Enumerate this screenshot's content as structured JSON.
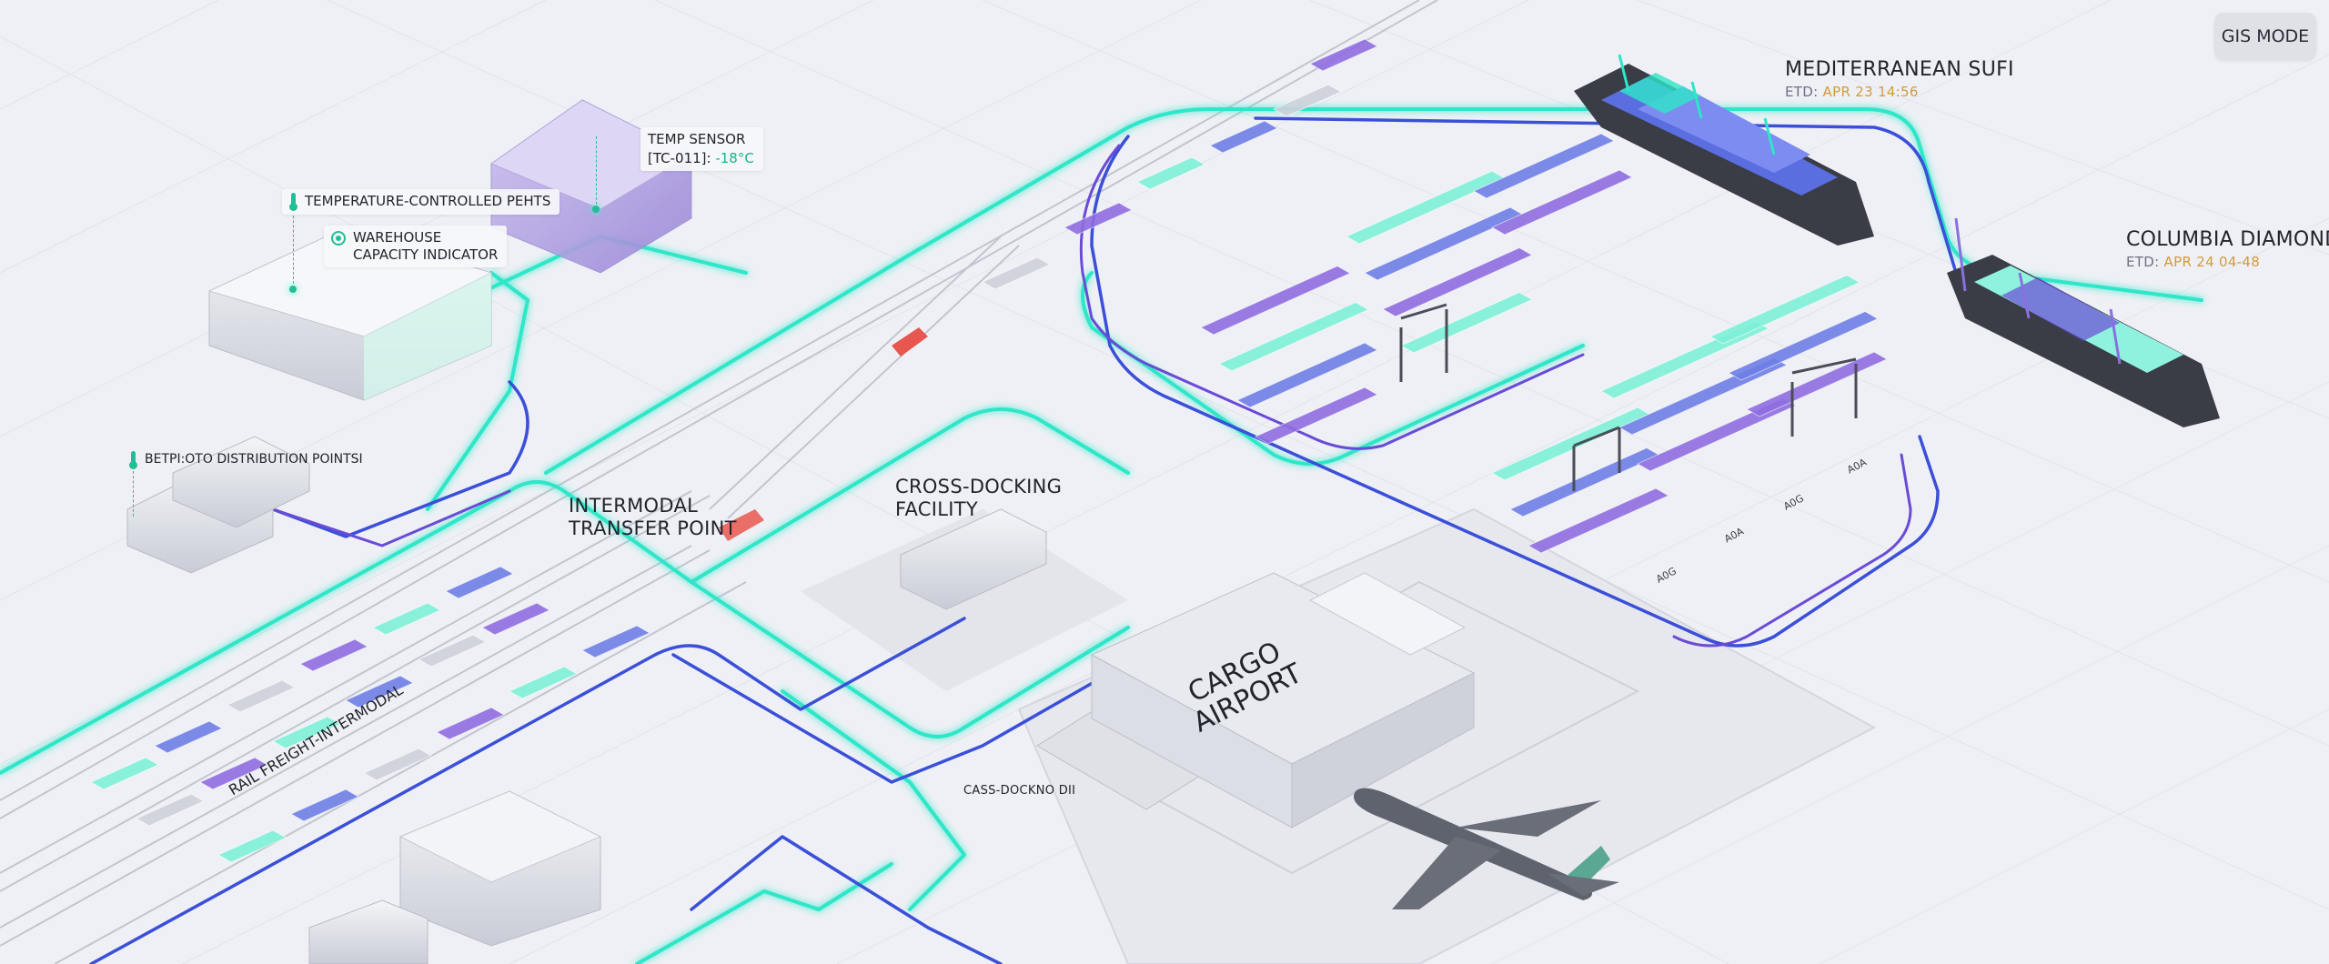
{
  "toolbar": {
    "gis_mode_label": "GIS MODE"
  },
  "ships": [
    {
      "name": "MEDITERRANEAN SUFI",
      "etd_label": "ETD:",
      "etd_value": "APR 23 14:56"
    },
    {
      "name": "COLUMBIA DIAMOND",
      "etd_label": "ETD:",
      "etd_value": "APR 24 04-48"
    }
  ],
  "sensors": {
    "temp_sensor_line1": "TEMP SENSOR",
    "temp_sensor_line2": "[TC-011]:",
    "temp_sensor_value": "-18°C",
    "temperature_controlled": "TEMPERATURE-CONTROLLED PEHTS",
    "warehouse_capacity_line1": "WAREHOUSE",
    "warehouse_capacity_line2": "CAPACITY INDICATOR",
    "distribution_points": "BETPI:OTO DISTRIBUTION POINTSI"
  },
  "facilities": {
    "intermodal_line1": "INTERMODAL",
    "intermodal_line2": "TRANSFER POINT",
    "cross_dock_line1": "CROSS-DOCKING",
    "cross_dock_line2": "FACILITY",
    "rail": "RAIL FREIGHT-INTERMODAL",
    "airport_line1": "CARGO",
    "airport_line2": "AIRPORT",
    "cass_docking": "CASS-DOCKNO DII"
  },
  "yard_rows": [
    "A0G",
    "A0A",
    "A0G",
    "A0A"
  ],
  "colors": {
    "background": "#eef0f5",
    "route_teal": "#2ee6c8",
    "route_blue": "#3b4fd8",
    "route_purple": "#6a4bd6",
    "container_purple": "#8f6ee0",
    "container_teal": "#7ff0d8",
    "container_blue": "#6f7ee6",
    "accent_orange": "#d39b3a",
    "accent_green": "#17b38d",
    "alert_red": "#e8574f"
  }
}
